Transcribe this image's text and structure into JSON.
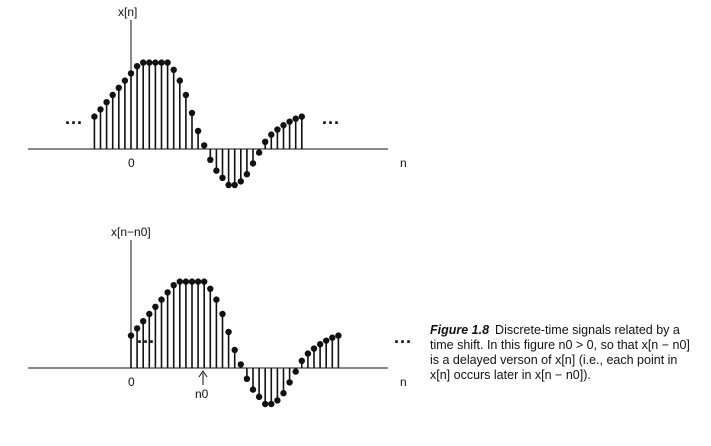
{
  "chart_data": [
    {
      "type": "stem",
      "ylabel": "x[n]",
      "xlabel": "n",
      "origin_label": "0",
      "ellipsis": "...",
      "n_start": -6,
      "values": [
        0.45,
        0.55,
        0.65,
        0.75,
        0.85,
        0.95,
        1.05,
        1.15,
        1.2,
        1.2,
        1.2,
        1.2,
        1.2,
        1.1,
        0.95,
        0.75,
        0.5,
        0.25,
        0.05,
        -0.15,
        -0.3,
        -0.4,
        -0.5,
        -0.5,
        -0.45,
        -0.35,
        -0.2,
        -0.05,
        0.1,
        0.2,
        0.27,
        0.33,
        0.38,
        0.42,
        0.45
      ]
    },
    {
      "type": "stem",
      "ylabel": "x[n−n0]",
      "xlabel": "n",
      "origin_label": "0",
      "shift_label": "n0",
      "shift": 6,
      "ellipsis": "...",
      "n_start": 0,
      "values": [
        0.45,
        0.55,
        0.65,
        0.75,
        0.85,
        0.95,
        1.05,
        1.15,
        1.2,
        1.2,
        1.2,
        1.2,
        1.2,
        1.1,
        0.95,
        0.75,
        0.5,
        0.25,
        0.05,
        -0.15,
        -0.3,
        -0.4,
        -0.5,
        -0.5,
        -0.45,
        -0.35,
        -0.2,
        -0.05,
        0.1,
        0.2,
        0.27,
        0.33,
        0.38,
        0.42,
        0.45
      ]
    }
  ],
  "caption": {
    "figure_number": "Figure 1.8",
    "text": "Discrete-time signals related by a time shift. In this figure n0 > 0, so that x[n − n0] is a delayed verson of x[n] (i.e., each point in x[n] occurs later in x[n − n0])."
  }
}
